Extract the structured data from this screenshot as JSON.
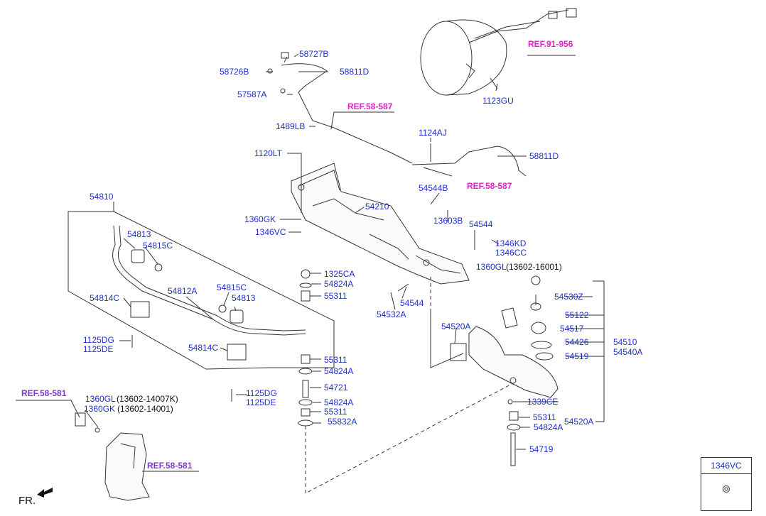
{
  "labels": {
    "p58727B": "58727B",
    "p58726B": "58726B",
    "p58811D_top": "58811D",
    "p57587A": "57587A",
    "p1489LB": "1489LB",
    "p1124AJ": "1124AJ",
    "p1120LT": "1120LT",
    "p58811D_right": "58811D",
    "p1123GU": "1123GU",
    "p54544B": "54544B",
    "p54210": "54210",
    "p54810": "54810",
    "p1360GK_a": "1360GK",
    "p1346VC": "1346VC",
    "p13603B": "13603B",
    "p54544_r": "54544",
    "p1346KD": "1346KD",
    "p1346CC": "1346CC",
    "p54813_a": "54813",
    "p54815C_a": "54815C",
    "p1360GL_r": "1360GL",
    "p1360GL_r_paren": "(13602-16001)",
    "p1325CA": "1325CA",
    "p54824A_1": "54824A",
    "p55311_1": "55311",
    "p54814C_a": "54814C",
    "p54812A": "54812A",
    "p54815C_b": "54815C",
    "p54813_b": "54813",
    "p54530Z": "54530Z",
    "p54544_c": "54544",
    "p54532A": "54532A",
    "p55122": "55122",
    "p54520A_a": "54520A",
    "p54517": "54517",
    "p1125DG_a": "1125DG",
    "p1125DE_a": "1125DE",
    "p54426": "54426",
    "p54510": "54510",
    "p54540A": "54540A",
    "p54519": "54519",
    "p54814C_b": "54814C",
    "p55311_2": "55311",
    "p54824A_2": "54824A",
    "p54721": "54721",
    "p1125DG_b": "1125DG",
    "p1125DE_b": "1125DE",
    "p1360GL_l": "1360GL",
    "p1360GL_l_paren": "(13602-14007K)",
    "p1360GK_l": "1360GK",
    "p1360GK_l_paren": "(13602-14001)",
    "p54824A_3": "54824A",
    "p55311_3": "55311",
    "p1339CE": "1339CE",
    "p55832A": "55832A",
    "p55311_4": "55311",
    "p54824A_4": "54824A",
    "p54520A_b": "54520A",
    "p54719": "54719"
  },
  "refs": {
    "ref_91_956": "REF.91-956",
    "ref_58_587_a": "REF.58-587",
    "ref_58_587_b": "REF.58-587",
    "ref_58_581_a": "REF.58-581",
    "ref_58_581_b": "REF.58-581"
  },
  "legend": {
    "code": "1346VC",
    "icon": "nut-icon"
  },
  "direction": {
    "label": "FR.",
    "icon": "front-arrow-icon"
  },
  "colors": {
    "part_number": "#1f2fd0",
    "ref_magenta": "#e020c8",
    "ref_purple": "#7a3cc8",
    "line": "#333333"
  }
}
